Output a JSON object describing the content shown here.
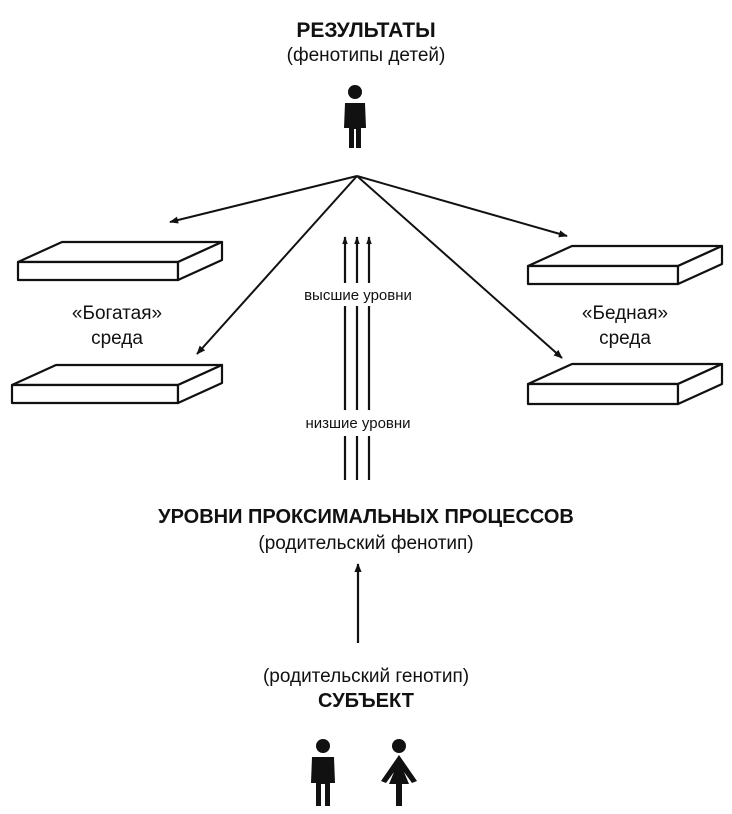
{
  "top": {
    "title": "РЕЗУЛЬТАТЫ",
    "subtitle": "(фенотипы детей)"
  },
  "left_env": {
    "line1": "«Богатая»",
    "line2": "среда"
  },
  "right_env": {
    "line1": "«Бедная»",
    "line2": "среда"
  },
  "levels": {
    "upper": "высшие уровни",
    "lower": "низшие уровни"
  },
  "middle": {
    "title": "УРОВНИ ПРОКСИМАЛЬНЫХ ПРОЦЕССОВ",
    "subtitle": "(родительский фенотип)"
  },
  "bottom": {
    "subtitle": "(родительский генотип)",
    "title": "СУБЪЕКТ"
  },
  "icons": {
    "child": "child-figure-icon",
    "father": "male-figure-icon",
    "mother": "female-figure-icon"
  }
}
